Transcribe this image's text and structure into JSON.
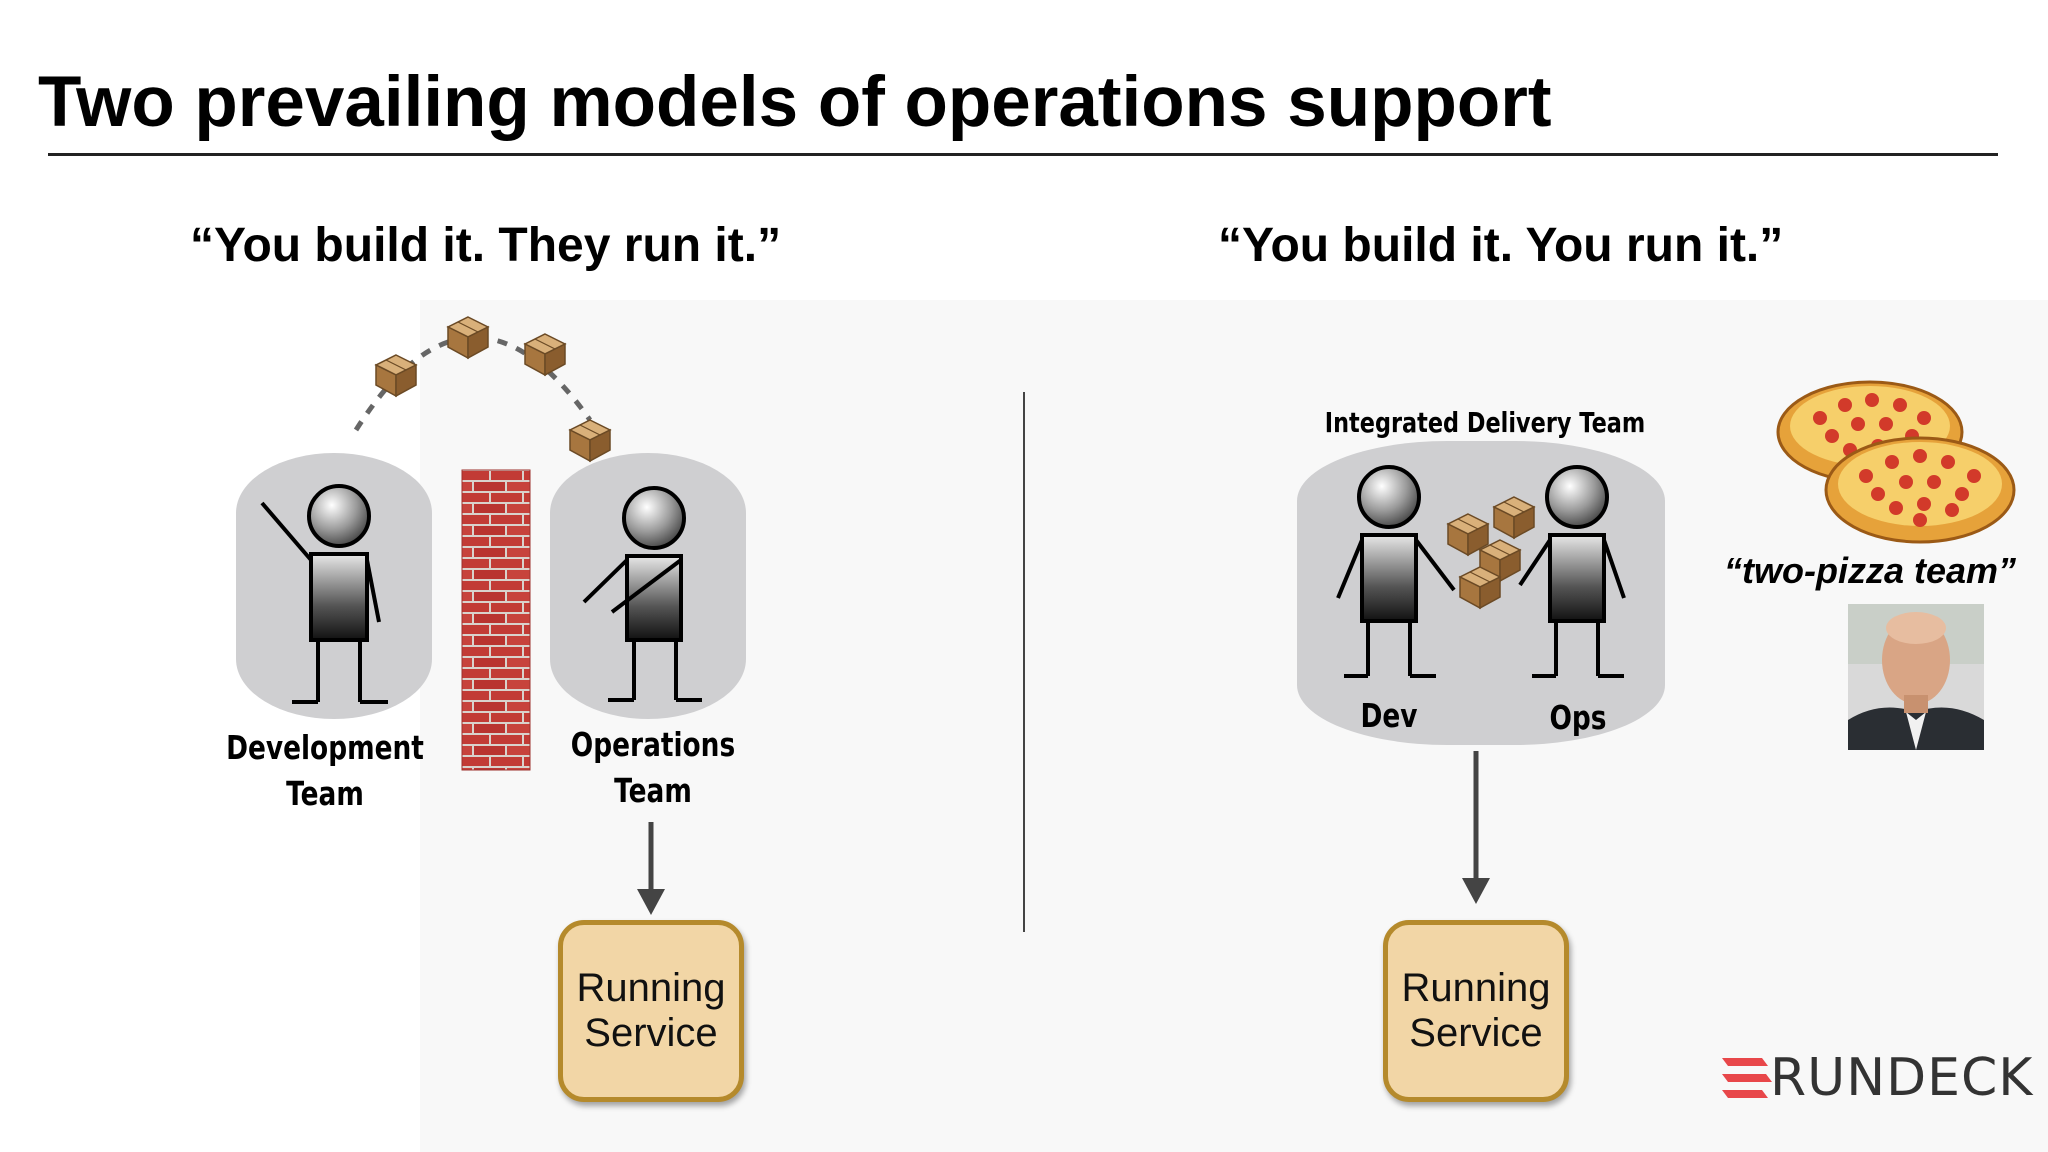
{
  "title": "Two prevailing models of operations support",
  "left": {
    "heading": "“You build it. They run it.”",
    "dev_label_line1": "Development",
    "dev_label_line2": "Team",
    "ops_label_line1": "Operations",
    "ops_label_line2": "Team",
    "service_line1": "Running",
    "service_line2": "Service"
  },
  "right": {
    "heading": "“You build it. You run it.”",
    "team_label": "Integrated Delivery Team",
    "dev_label": "Dev",
    "ops_label": "Ops",
    "service_line1": "Running",
    "service_line2": "Service",
    "pizza_caption": "“two-pizza team”"
  },
  "logo": {
    "text": "RUNDECK",
    "accent": "#e8474a"
  },
  "colors": {
    "box_fill": "#f2d6a6",
    "box_border": "#b58a2c",
    "capsule": "#cfcfd1",
    "brick": "#c23b35",
    "package": "#b6864e"
  }
}
